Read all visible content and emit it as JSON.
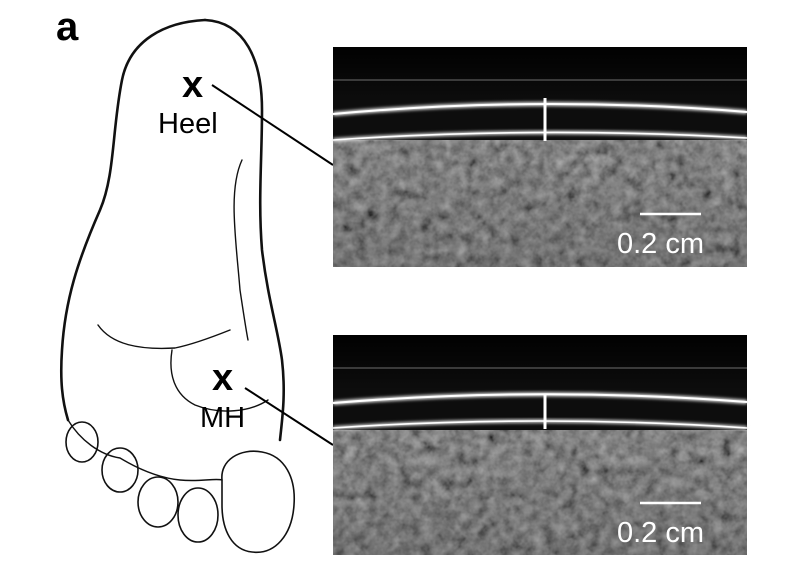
{
  "panel_letter": "a",
  "sites": [
    {
      "mark": "x",
      "label": "Heel"
    },
    {
      "mark": "x",
      "label": "MH"
    }
  ],
  "ultrasound_images": [
    {
      "site": "Heel",
      "scale_bar_label": "0.2 cm"
    },
    {
      "site": "MH",
      "scale_bar_label": "0.2 cm"
    }
  ],
  "colors": {
    "ultrasound_background": "#0d0d0d",
    "tissue_layer": "#e6e6e6",
    "outline": "#111111"
  }
}
